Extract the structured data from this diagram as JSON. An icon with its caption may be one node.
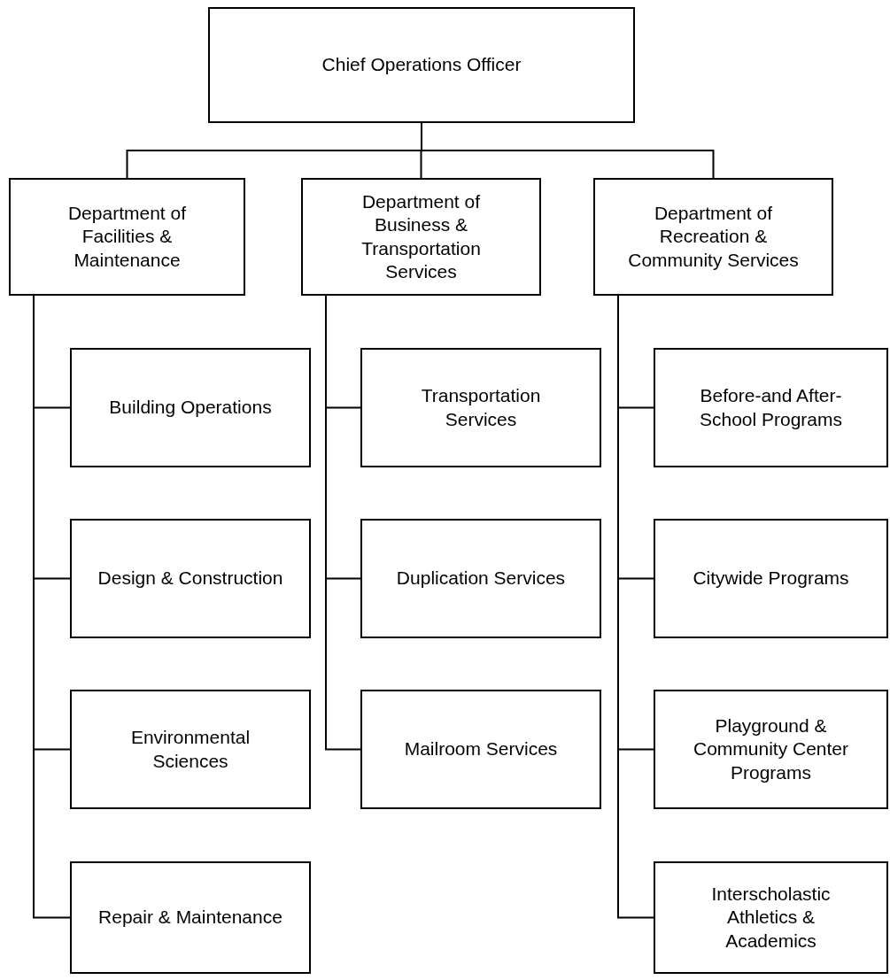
{
  "diagram": {
    "nodes": [
      {
        "text": [
          "Chief Operations Officer"
        ]
      },
      {
        "text": [
          "Department of Facilities & Maintenance"
        ]
      },
      {
        "text": [
          "Department of Business & Transportation Services"
        ]
      },
      {
        "text": [
          "Department of Recreation & Community Services"
        ]
      },
      {
        "text": [
          "Building Operations"
        ]
      },
      {
        "text": [
          "Design & Construction"
        ]
      },
      {
        "text": [
          "Environmental Sciences"
        ]
      },
      {
        "text": [
          "Repair & Maintenance"
        ]
      },
      {
        "text": [
          "Transportation Services"
        ]
      },
      {
        "text": [
          "Duplication Services"
        ]
      },
      {
        "text": [
          "Mailroom Services"
        ]
      },
      {
        "text": [
          "Before-and After-School Programs"
        ]
      },
      {
        "text": [
          "Citywide Programs"
        ]
      },
      {
        "text": [
          "Playground & Community Center Programs"
        ]
      },
      {
        "text": [
          "Interscholastic Athletics & Academics"
        ]
      }
    ],
    "edges": [
      {
        "from": 0,
        "to": 1,
        "arrow": "none"
      },
      {
        "from": 0,
        "to": 2,
        "arrow": "none"
      },
      {
        "from": 0,
        "to": 3,
        "arrow": "none"
      },
      {
        "from": 1,
        "to": 4,
        "arrow": "none"
      },
      {
        "from": 1,
        "to": 5,
        "arrow": "none"
      },
      {
        "from": 1,
        "to": 6,
        "arrow": "none"
      },
      {
        "from": 1,
        "to": 7,
        "arrow": "none"
      },
      {
        "from": 2,
        "to": 8,
        "arrow": "none"
      },
      {
        "from": 2,
        "to": 9,
        "arrow": "none"
      },
      {
        "from": 2,
        "to": 10,
        "arrow": "none"
      },
      {
        "from": 3,
        "to": 11,
        "arrow": "none"
      },
      {
        "from": 3,
        "to": 12,
        "arrow": "none"
      },
      {
        "from": 3,
        "to": 13,
        "arrow": "none"
      },
      {
        "from": 3,
        "to": 14,
        "arrow": "none"
      }
    ]
  }
}
